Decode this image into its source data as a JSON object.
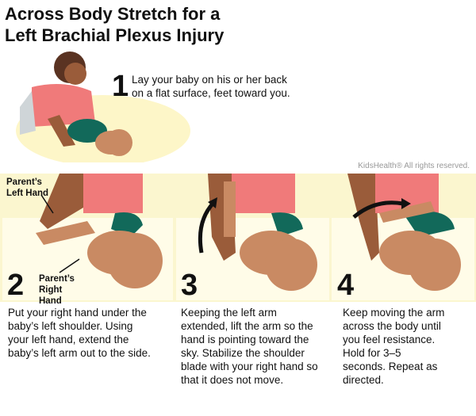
{
  "title": {
    "line1": "Across Body Stretch for a",
    "line2": "Left Brachial Plexus Injury"
  },
  "credit": "KidsHealth® All rights reserved.",
  "steps": [
    {
      "number": "1",
      "text": "Lay your baby on his or her back on a flat surface, feet toward you."
    },
    {
      "number": "2",
      "text": "Put your right hand under the baby’s left shoulder. Using your left hand, extend the baby’s left arm out to the side."
    },
    {
      "number": "3",
      "text": "Keeping the left arm extended, lift the arm so the hand is pointing toward the sky. Stabilize the shoulder blade with your right hand so that it does not move."
    },
    {
      "number": "4",
      "text": "Keep moving the arm across the body until you feel resistance. Hold for 3–5 seconds. Repeat as directed."
    }
  ],
  "labels": {
    "left_hand": "Parent’s Left Hand",
    "right_hand": "Parent’s Right Hand"
  },
  "colors": {
    "skin_baby": "#c98a63",
    "skin_parent": "#9a5c3a",
    "shirt": "#f07a7a",
    "diaper_pad": "#12695a",
    "band": "#fbf6cf"
  }
}
